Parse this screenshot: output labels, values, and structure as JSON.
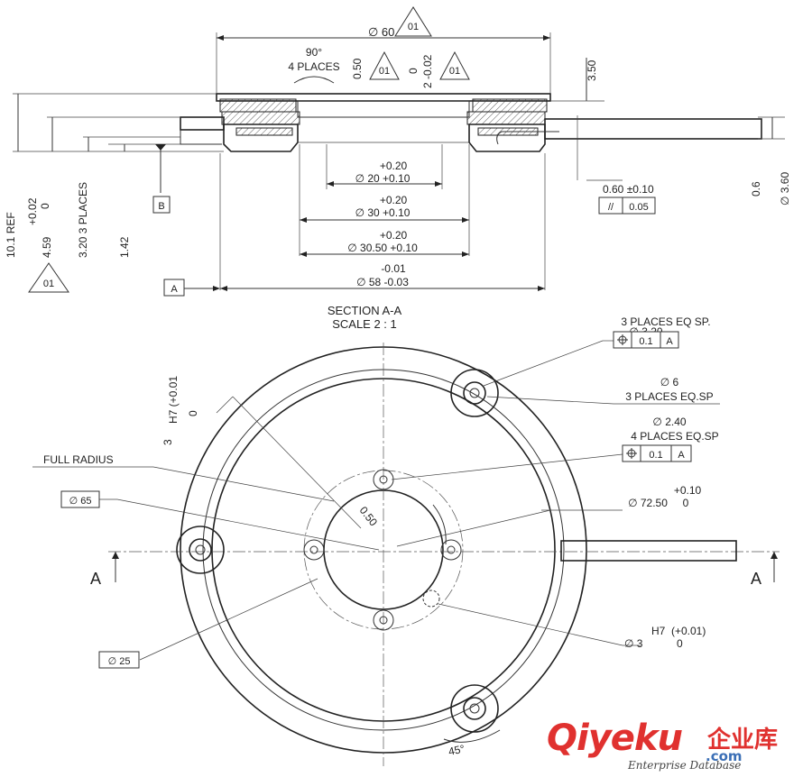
{
  "section_view": {
    "title": "SECTION A-A",
    "scale": "SCALE 2 : 1",
    "dims": {
      "d60": "∅ 60",
      "angle_90": "90°",
      "four_places": "4 PLACES",
      "d050_top": "0.50",
      "dev_0": "0",
      "dev_2": "2 -0.02",
      "d350": "3.50",
      "d20_tol": "+0.20",
      "d20": "∅ 20 +0.10",
      "d30_tol": "+0.20",
      "d30": "∅ 30 +0.10",
      "d3050_tol": "+0.20",
      "d3050": "∅ 30.50 +0.10",
      "d58_tol": "-0.01",
      "d58": "∅ 58 -0.03",
      "ref101": "10.1 REF",
      "tol_002": "+0.02",
      "tol_0": "0",
      "d459": "4.59",
      "d320_3pl": "3.20 3 PLACES",
      "d142": "1.42",
      "d060": "0.60 ±0.10",
      "par_sym": "//",
      "par_val": "0.05",
      "d06": "0.6",
      "d360": "∅ 3.60"
    },
    "datum_a": "A",
    "datum_b": "B",
    "tri_label": "01"
  },
  "plan_view": {
    "d320": "∅ 3.20",
    "d320_note": "3 PLACES EQ SP.",
    "fcf1_val": "0.1",
    "fcf1_datum": "A",
    "d6": "∅ 6",
    "d6_note": "3 PLACES EQ.SP",
    "d240": "∅ 2.40",
    "d240_note": "4 PLACES EQ.SP",
    "fcf2_val": "0.1",
    "fcf2_datum": "A",
    "h7_top_a": "H7 (+0.01",
    "h7_top_b": "0",
    "h7_top_c": "3",
    "full_radius": "FULL RADIUS",
    "d65": "∅ 65",
    "d050": "0.50",
    "d7250_tol": "+0.10",
    "d7250": "∅ 72.50",
    "d7250_0": "0",
    "section_a_left": "A",
    "section_a_right": "A",
    "d25": "∅ 25",
    "h7_label": "H7",
    "h7_tol": "(+0.01)",
    "h7_0": "0",
    "d3": "∅ 3",
    "angle_45": "45°"
  },
  "watermark": {
    "logo": "Qiyeku",
    "cn": "企业库",
    "com": ".com",
    "sub": "Enterprise Database"
  }
}
